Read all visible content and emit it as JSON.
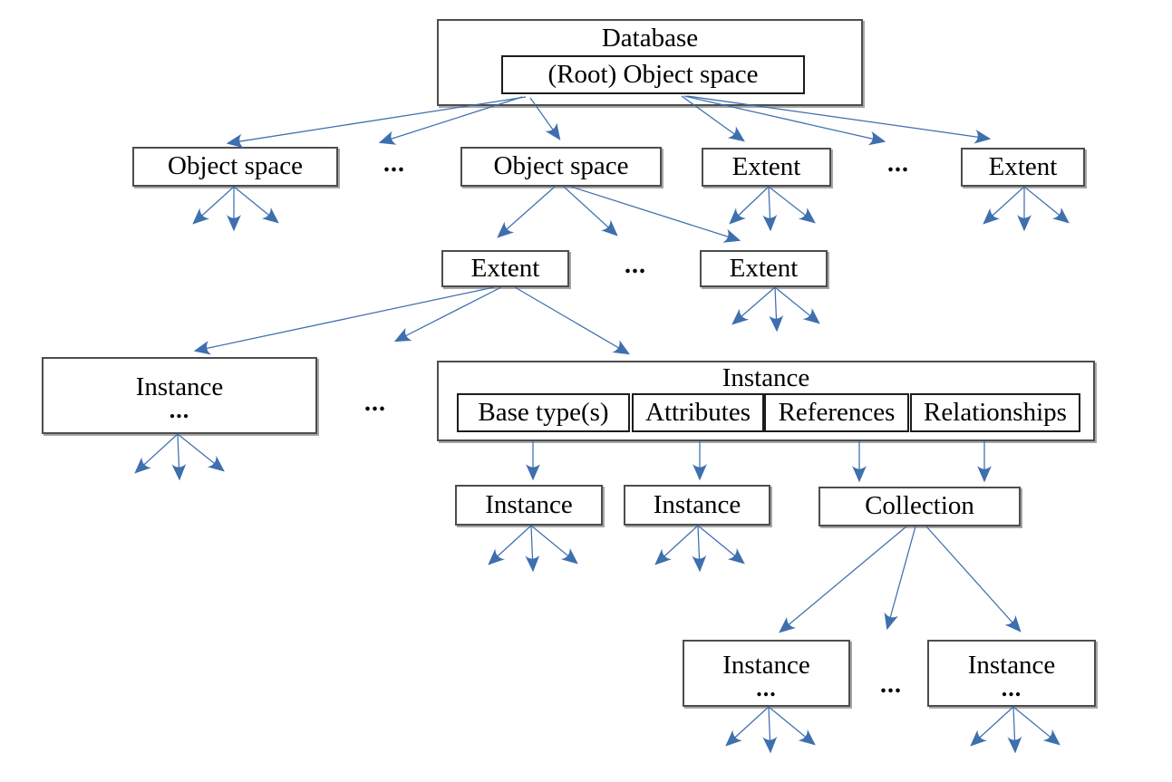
{
  "colors": {
    "arrow": "#3e6fae",
    "box_border": "#4d4d4d",
    "cell_border": "#1c1c1c",
    "text": "#000000",
    "background": "#ffffff"
  },
  "ellipsis": "...",
  "nodes": {
    "root": {
      "title": "Database",
      "subtitle": "(Root) Object space"
    },
    "object_space_left": "Object space",
    "object_space_mid": "Object space",
    "extent_top_left": "Extent",
    "extent_top_right": "Extent",
    "extent_mid_left": "Extent",
    "extent_mid_right": "Extent",
    "instance_left": {
      "title": "Instance"
    },
    "instance_main": {
      "title": "Instance",
      "cells": [
        "Base type(s)",
        "Attributes",
        "References",
        "Relationships"
      ]
    },
    "instance_child_a": "Instance",
    "instance_child_b": "Instance",
    "collection": "Collection",
    "instance_bottom_left": {
      "title": "Instance"
    },
    "instance_bottom_right": {
      "title": "Instance"
    }
  }
}
